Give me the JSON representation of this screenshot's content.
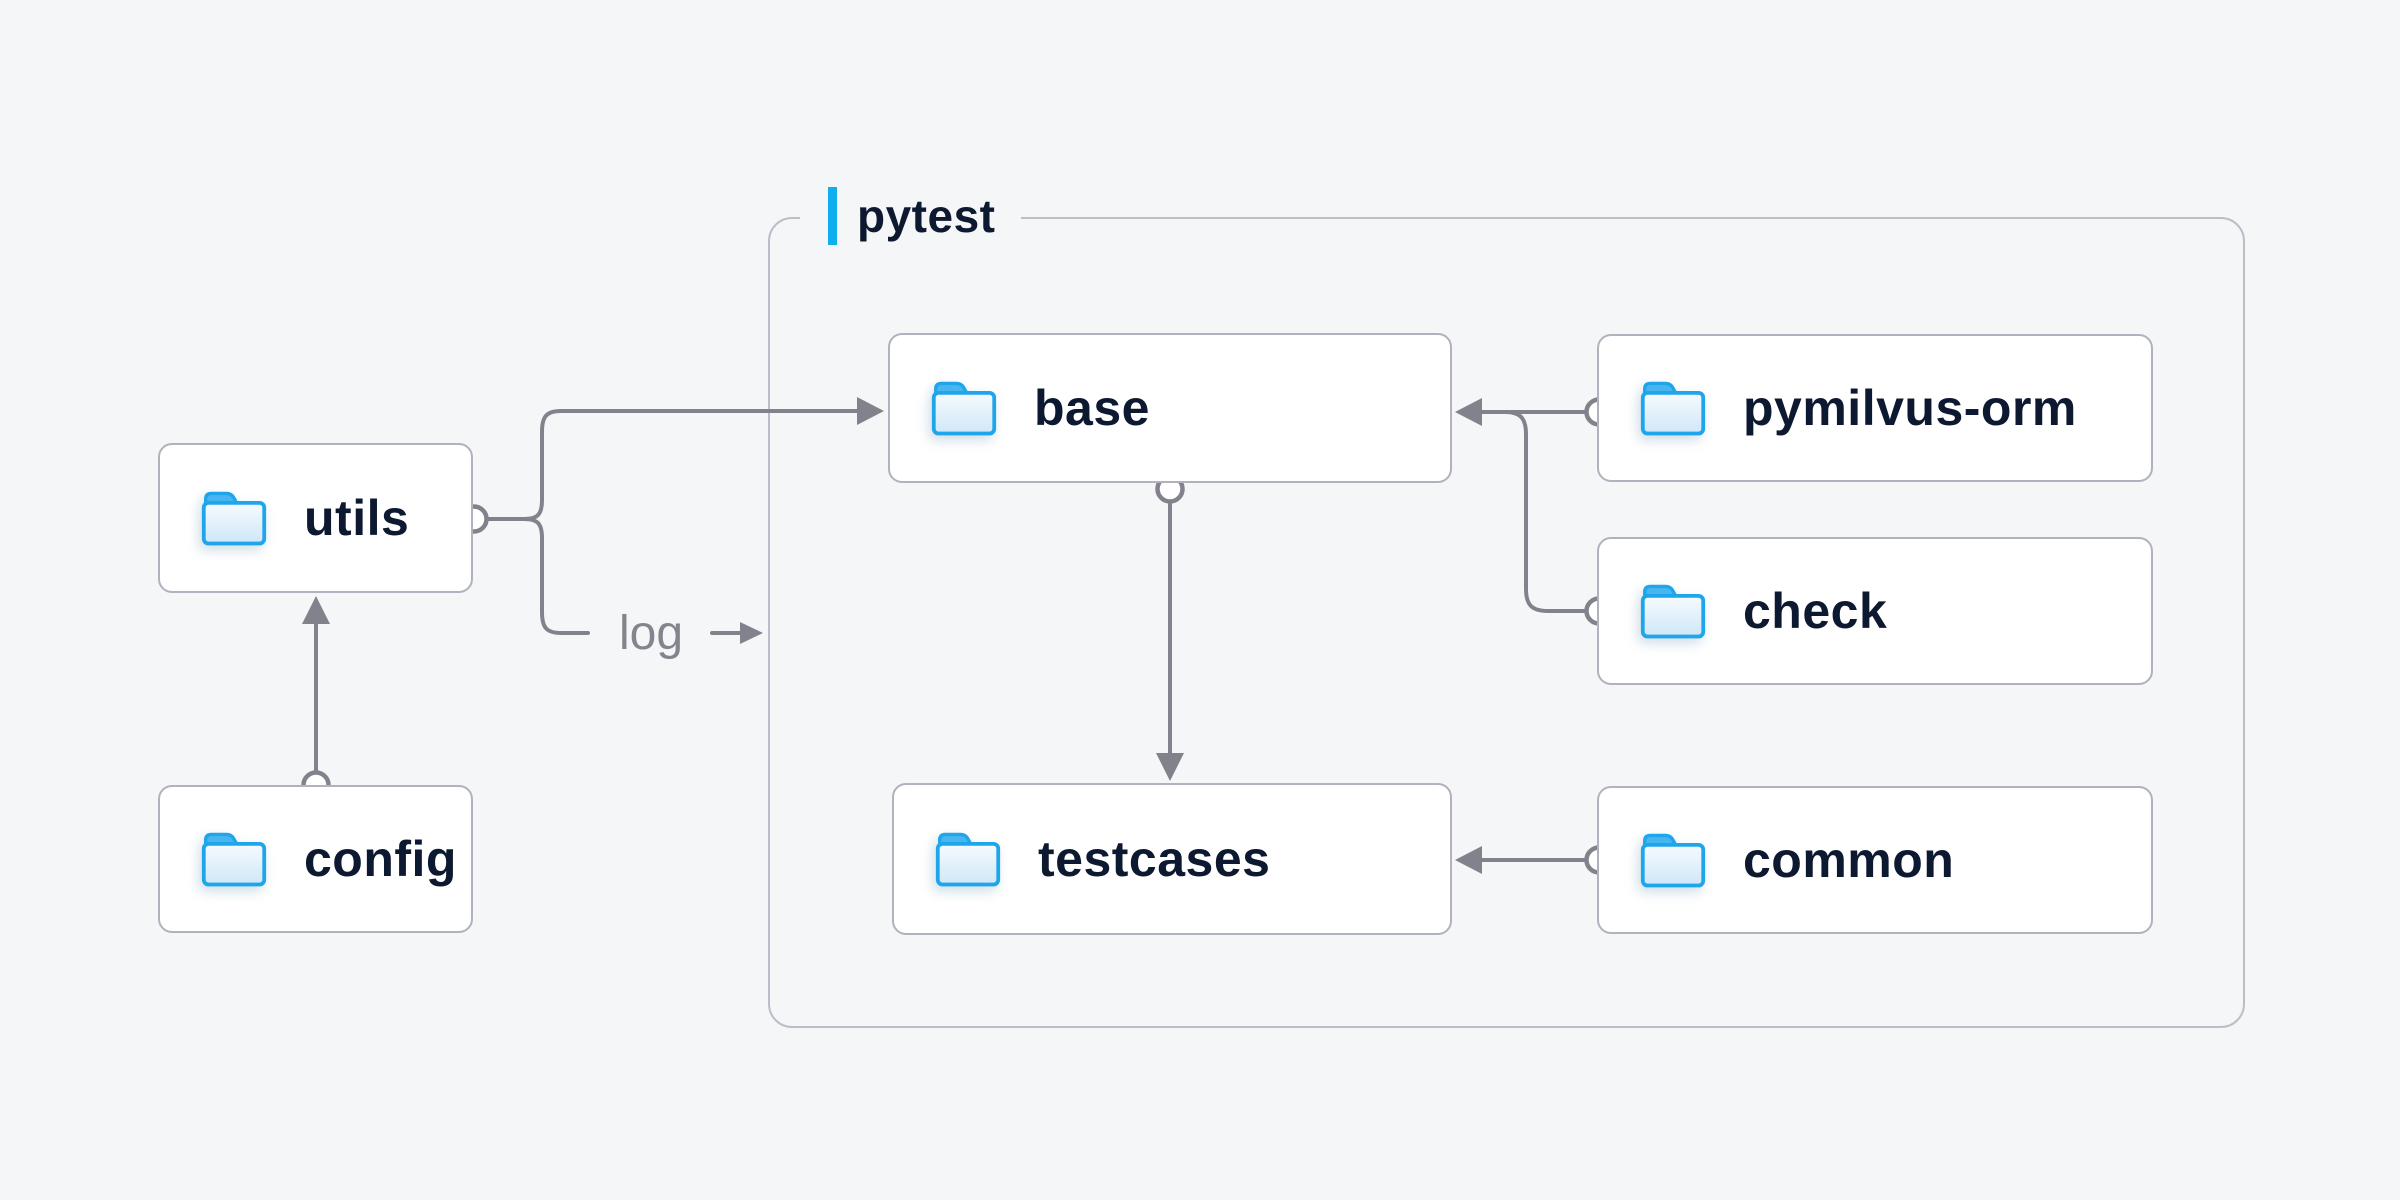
{
  "diagram": {
    "group": {
      "label": "pytest",
      "accent_color": "#0FAEEF"
    },
    "log_edge": {
      "label": "log"
    },
    "nodes": [
      {
        "id": "utils",
        "label": "utils",
        "icon": "folder-icon"
      },
      {
        "id": "config",
        "label": "config",
        "icon": "folder-icon"
      },
      {
        "id": "base",
        "label": "base",
        "icon": "folder-icon"
      },
      {
        "id": "testcases",
        "label": "testcases",
        "icon": "folder-icon"
      },
      {
        "id": "pymilvus-orm",
        "label": "pymilvus-orm",
        "icon": "folder-icon"
      },
      {
        "id": "check",
        "label": "check",
        "icon": "folder-icon"
      },
      {
        "id": "common",
        "label": "common",
        "icon": "folder-icon"
      }
    ],
    "edges": [
      {
        "from": "config",
        "to": "utils",
        "style": "circle-source, arrow-target"
      },
      {
        "from": "utils",
        "to": "base",
        "style": "circle-source, arrow-target"
      },
      {
        "from": "utils",
        "to": "pytest-boundary",
        "label": "log",
        "style": "circle-source, arrow-target"
      },
      {
        "from": "pymilvus-orm",
        "to": "base",
        "style": "circle-source, arrow-target"
      },
      {
        "from": "check",
        "to": "base",
        "style": "circle-source, arrow-target"
      },
      {
        "from": "base",
        "to": "testcases",
        "style": "circle-source, arrow-target"
      },
      {
        "from": "common",
        "to": "testcases",
        "style": "circle-source, arrow-target"
      }
    ],
    "colors": {
      "background": "#F5F6F7",
      "node_background": "#FFFFFF",
      "node_border": "#B2B2BF",
      "group_border": "#BDBDC9",
      "node_text": "#0D1930",
      "edge": "#82828D",
      "accent_blue": "#0FAEEF",
      "folder_stroke": "#1EA5EA",
      "folder_tab": "#47B6F0",
      "log_text": "#84848E"
    }
  }
}
